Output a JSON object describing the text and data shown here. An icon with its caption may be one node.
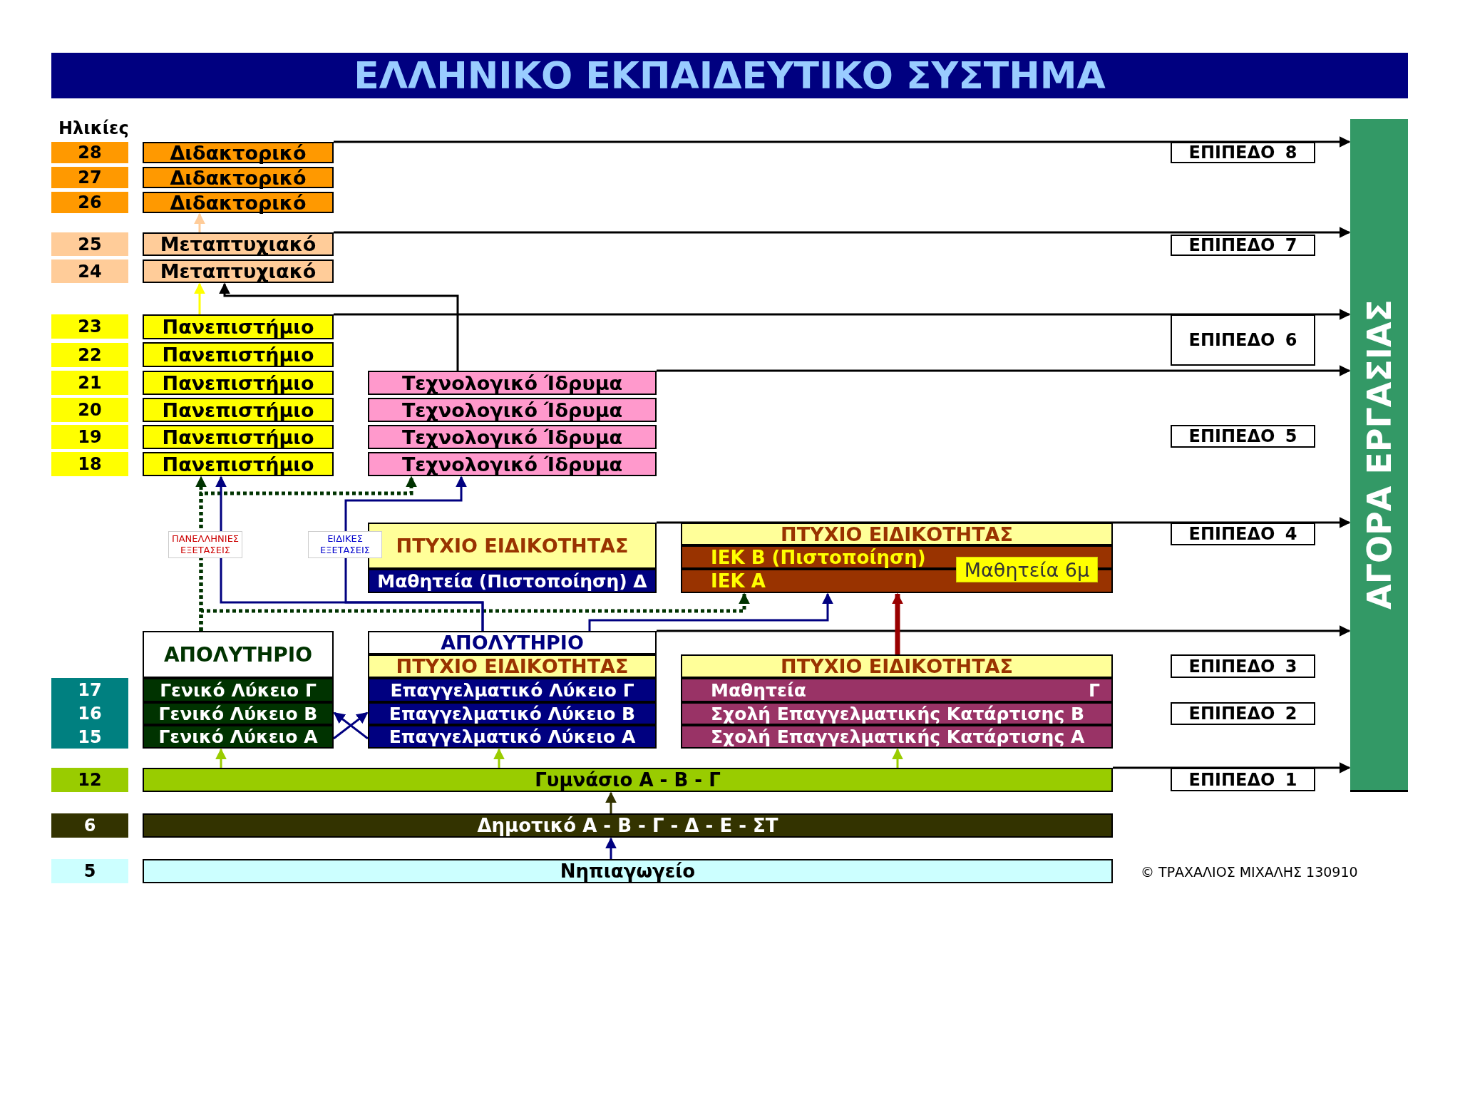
{
  "diagram": {
    "title": "ΕΛΛΗΝΙΚΟ ΕΚΠΑΙΔΕΥΤΙΚΟ ΣΥΣΤΗΜΑ",
    "nodes": [
      {
        "text": [
          "28"
        ]
      },
      {
        "text": [
          "Διδακτορικό"
        ]
      },
      {
        "text": [
          "ΕΠΙΠΕΔΟ 8"
        ]
      },
      {
        "text": [
          "ΑΓΟΡΑ ΕΡΓΑΣΙΑΣ"
        ]
      },
      {
        "text": [
          "27"
        ]
      },
      {
        "text": [
          "Διδακτορικό"
        ]
      },
      {
        "text": [
          "26"
        ]
      },
      {
        "text": [
          "Διδακτορικό"
        ]
      },
      {
        "text": [
          "25"
        ]
      },
      {
        "text": [
          "Μεταπτυχιακό"
        ]
      },
      {
        "text": [
          "ΕΠΙΠΕΔΟ 7"
        ]
      },
      {
        "text": [
          "24"
        ]
      },
      {
        "text": [
          "Μεταπτυχιακό"
        ]
      },
      {
        "text": [
          "23"
        ]
      },
      {
        "text": [
          "Πανεπιστήμιο"
        ]
      },
      {
        "text": [
          "ΕΠΙΠΕΔΟ 6"
        ]
      },
      {
        "text": [
          "22"
        ]
      },
      {
        "text": [
          "Πανεπιστήμιο"
        ]
      },
      {
        "text": [
          "21"
        ]
      },
      {
        "text": [
          "Πανεπιστήμιο"
        ]
      },
      {
        "text": [
          "Τεχνολογικό Ίδρυμα"
        ]
      },
      {
        "text": [
          "20"
        ]
      },
      {
        "text": [
          "Πανεπιστήμιο"
        ]
      },
      {
        "text": [
          "Τεχνολογικό Ίδρυμα"
        ]
      },
      {
        "text": [
          "19"
        ]
      },
      {
        "text": [
          "Πανεπιστήμιο"
        ]
      },
      {
        "text": [
          "Τεχνολογικό Ίδρυμα"
        ]
      },
      {
        "text": [
          "ΕΠΙΠΕΔΟ 5"
        ]
      },
      {
        "text": [
          "18"
        ]
      },
      {
        "text": [
          "Πανεπιστήμιο"
        ]
      },
      {
        "text": [
          "Τεχνολογικό Ίδρυμα"
        ]
      },
      {
        "text": [
          "ΠΤΥΧΙΟ ΕΙΔΙΚΟΤΗΤΑΣ"
        ]
      },
      {
        "text": [
          "ΠΤΥΧΙΟ ΕΙΔΙΚΟΤΗΤΑΣ"
        ]
      },
      {
        "text": [
          "ΕΠΙΠΕΔΟ 4"
        ]
      },
      {
        "text": [
          "ΙΕΚ Β (Πιστοποίηση)"
        ]
      },
      {
        "text": [
          "Μαθητεία 6μ"
        ]
      },
      {
        "text": [
          "Μαθητεία (Πιστοποίηση) Δ"
        ]
      },
      {
        "text": [
          "ΙΕΚ Α"
        ]
      },
      {
        "text": [
          "ΑΠΟΛΥΤΗΡΙΟ"
        ]
      },
      {
        "text": [
          "ΑΠΟΛΥΤΗΡΙΟ"
        ]
      },
      {
        "text": [
          "ΠΤΥΧΙΟ ΕΙΔΙΚΟΤΗΤΑΣ"
        ]
      },
      {
        "text": [
          "ΠΤΥΧΙΟ ΕΙΔΙΚΟΤΗΤΑΣ"
        ]
      },
      {
        "text": [
          "ΕΠΙΠΕΔΟ 3"
        ]
      },
      {
        "text": [
          "17"
        ]
      },
      {
        "text": [
          "Γενικό Λύκειο Γ"
        ]
      },
      {
        "text": [
          "Επαγγελματικό Λύκειο Γ"
        ]
      },
      {
        "text": [
          "Μαθητεία",
          "Γ"
        ]
      },
      {
        "text": [
          "16"
        ]
      },
      {
        "text": [
          "Γενικό Λύκειο Β"
        ]
      },
      {
        "text": [
          "Επαγγελματικό Λύκειο Β"
        ]
      },
      {
        "text": [
          "Σχολή Επαγγελματικής Κατάρτισης Β"
        ]
      },
      {
        "text": [
          "ΕΠΙΠΕΔΟ 2"
        ]
      },
      {
        "text": [
          "15"
        ]
      },
      {
        "text": [
          "Γενικό Λύκειο Α"
        ]
      },
      {
        "text": [
          "Επαγγελματικό Λύκειο Α"
        ]
      },
      {
        "text": [
          "Σχολή Επαγγελματικής Κατάρτισης Α"
        ]
      },
      {
        "text": [
          "12"
        ]
      },
      {
        "text": [
          "Γυμνάσιο Α - Β - Γ"
        ]
      },
      {
        "text": [
          "ΕΠΙΠΕΔΟ 1"
        ]
      },
      {
        "text": [
          "6"
        ]
      },
      {
        "text": [
          "Δημοτικό Α - Β - Γ - Δ - Ε - ΣΤ"
        ]
      },
      {
        "text": [
          "5"
        ]
      },
      {
        "text": [
          "Νηπιαγωγείο"
        ]
      }
    ],
    "edges": [
      {
        "from": 1,
        "to": 3,
        "arrow": "to"
      },
      {
        "from": 9,
        "to": 3,
        "arrow": "to"
      },
      {
        "from": 14,
        "to": 3,
        "arrow": "to"
      },
      {
        "from": 20,
        "to": 3,
        "arrow": "to"
      },
      {
        "from": 31,
        "to": 3,
        "arrow": "to"
      },
      {
        "from": 39,
        "to": 3,
        "arrow": "to"
      },
      {
        "from": 57,
        "to": 3,
        "arrow": "to"
      },
      {
        "from": 9,
        "to": 7,
        "arrow": "to",
        "color": "#ffcc99"
      },
      {
        "from": 14,
        "to": 12,
        "arrow": "to",
        "color": "#ffff00"
      },
      {
        "from": 20,
        "to": 12,
        "arrow": "to"
      },
      {
        "from": 38,
        "to": 29,
        "arrow": "to",
        "style": "dashed",
        "color": "#003300",
        "label": "ΠΑΝΕΛΛΗΝΙΕΣ ΕΞΕΤΑΣΕΙΣ"
      },
      {
        "from": 38,
        "to": 30,
        "arrow": "to",
        "style": "dashed",
        "color": "#003300"
      },
      {
        "from": 38,
        "to": 37,
        "arrow": "to",
        "style": "dashed",
        "color": "#003300"
      },
      {
        "from": 39,
        "to": 29,
        "arrow": "to",
        "color": "#000080"
      },
      {
        "from": 39,
        "to": 30,
        "arrow": "to",
        "color": "#000080",
        "label": "ΕΙΔΙΚΕΣ ΕΞΕΤΑΣΕΙΣ"
      },
      {
        "from": 39,
        "to": 37,
        "arrow": "to",
        "color": "#000080"
      },
      {
        "from": 41,
        "to": 37,
        "arrow": "to",
        "style": "thick",
        "color": "#990000"
      },
      {
        "from": 53,
        "to": 49,
        "arrow": "to",
        "color": "#000080"
      },
      {
        "from": 54,
        "to": 48,
        "arrow": "to",
        "color": "#000080"
      },
      {
        "from": 57,
        "to": 53,
        "arrow": "to",
        "color": "#99cc00"
      },
      {
        "from": 57,
        "to": 54,
        "arrow": "to",
        "color": "#99cc00"
      },
      {
        "from": 57,
        "to": 55,
        "arrow": "to",
        "color": "#99cc00"
      },
      {
        "from": 60,
        "to": 57,
        "arrow": "to",
        "color": "#333300"
      },
      {
        "from": 62,
        "to": 60,
        "arrow": "to",
        "color": "#000080"
      }
    ],
    "labels": [
      "Ηλικίες",
      "© ΤΡΑΧΑΛΙΟΣ ΜΙΧΑΛΗΣ 130910"
    ]
  }
}
